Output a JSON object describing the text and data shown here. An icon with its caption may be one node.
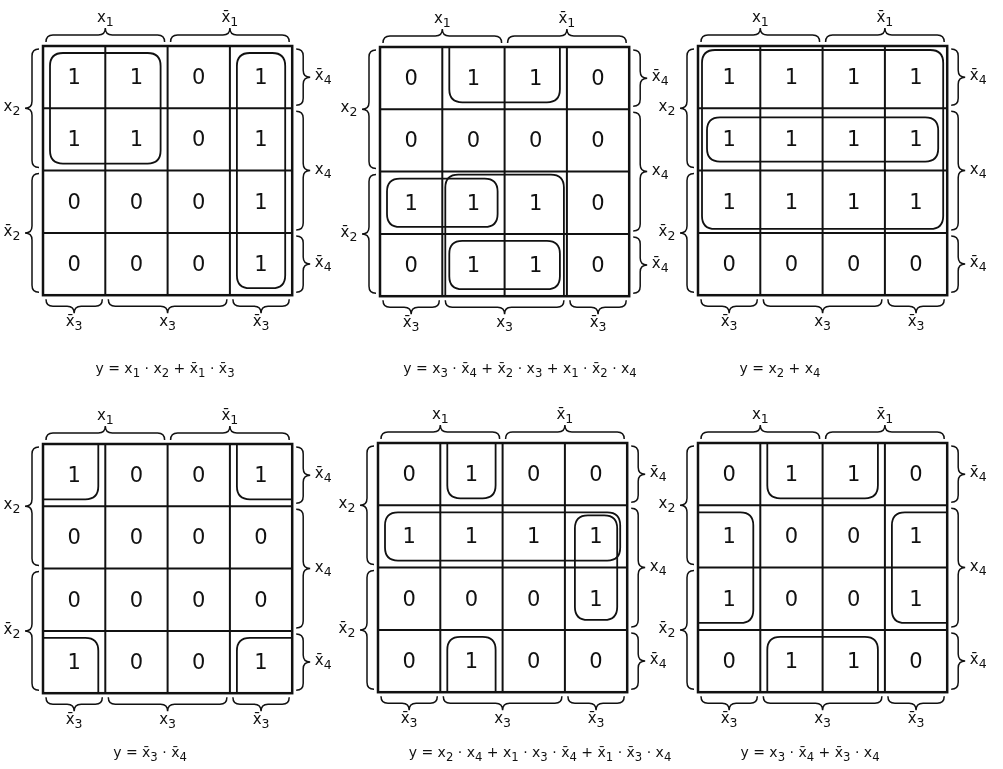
{
  "diagram": {
    "labels": [
      "x$_{1}$",
      "x̄$_{1}$",
      "x$_{2}$",
      "x̄$_{2}$",
      "x̄$_{4}$",
      "x$_{4}$",
      "x̄$_{4}$",
      "1",
      "1",
      "0",
      "1",
      "1",
      "1",
      "0",
      "1",
      "0",
      "0",
      "0",
      "1",
      "0",
      "0",
      "0",
      "1",
      "x̄$_{3}$",
      "x$_{3}$",
      "x̄$_{3}$",
      "y = x$_{1}$ · x$_{2}$ + x̄$_{1}$ · x̄$_{3}$",
      "x$_{1}$",
      "x̄$_{1}$",
      "x$_{2}$",
      "x̄$_{2}$",
      "x̄$_{4}$",
      "x$_{4}$",
      "x̄$_{4}$",
      "0",
      "1",
      "1",
      "0",
      "0",
      "0",
      "0",
      "0",
      "1",
      "1",
      "1",
      "0",
      "0",
      "1",
      "1",
      "0",
      "x̄$_{3}$",
      "x$_{3}$",
      "x̄$_{3}$",
      "y = x$_{3}$ · x̄$_{4}$ + x̄$_{2}$ · x$_{3}$ + x$_{1}$ · x̄$_{2}$ · x$_{4}$",
      "x$_{1}$",
      "x̄$_{1}$",
      "x$_{2}$",
      "x̄$_{2}$",
      "x̄$_{4}$",
      "x$_{4}$",
      "x̄$_{4}$",
      "1",
      "1",
      "1",
      "1",
      "1",
      "1",
      "1",
      "1",
      "1",
      "1",
      "1",
      "1",
      "0",
      "0",
      "0",
      "0",
      "x̄$_{3}$",
      "x$_{3}$",
      "x̄$_{3}$",
      "y = x$_{2}$ + x$_{4}$",
      "x$_{1}$",
      "x̄$_{1}$",
      "x$_{2}$",
      "x̄$_{2}$",
      "x̄$_{4}$",
      "x$_{4}$",
      "x̄$_{4}$",
      "1",
      "0",
      "0",
      "1",
      "0",
      "0",
      "0",
      "0",
      "0",
      "0",
      "0",
      "0",
      "1",
      "0",
      "0",
      "1",
      "x̄$_{3}$",
      "x$_{3}$",
      "x̄$_{3}$",
      "y = x̄$_{3}$ · x̄$_{4}$",
      "x$_{1}$",
      "x̄$_{1}$",
      "x$_{2}$",
      "x̄$_{2}$",
      "x̄$_{4}$",
      "x$_{4}$",
      "x̄$_{4}$",
      "0",
      "1",
      "0",
      "0",
      "1",
      "1",
      "1",
      "1",
      "0",
      "0",
      "0",
      "1",
      "0",
      "1",
      "0",
      "0",
      "x̄$_{3}$",
      "x$_{3}$",
      "x̄$_{3}$",
      "y = x$_{2}$ · x$_{4}$ + x$_{1}$ · x$_{3}$ · x̄$_{4}$ + x̄$_{1}$ · x̄$_{3}$ · x$_{4}$",
      "x$_{1}$",
      "x̄$_{1}$",
      "x$_{2}$",
      "x̄$_{2}$",
      "x̄$_{4}$",
      "x$_{4}$",
      "x̄$_{4}$",
      "0",
      "1",
      "1",
      "0",
      "1",
      "0",
      "0",
      "1",
      "1",
      "0",
      "0",
      "1",
      "0",
      "1",
      "1",
      "0",
      "x̄$_{3}$",
      "x$_{3}$",
      "x̄$_{3}$",
      "y = x$_{3}$ · x̄$_{4}$ + x̄$_{3}$ · x$_{4}$"
    ]
  }
}
